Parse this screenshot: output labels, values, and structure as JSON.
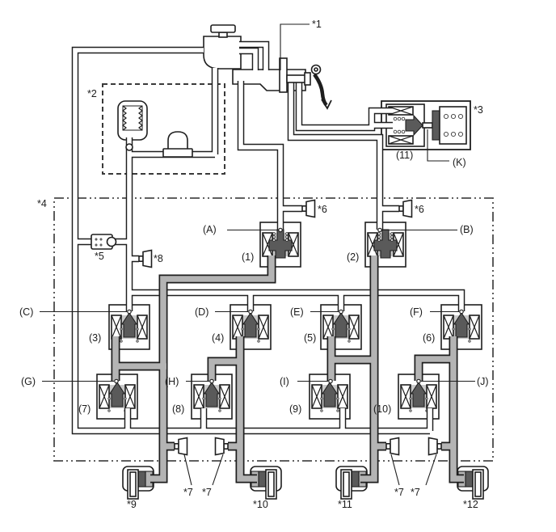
{
  "colors": {
    "line": "#1e1e1e",
    "fluid_pipe_gray": "#b4b4b4",
    "valve_body_gray": "#c9c9c9",
    "armature_dark": "#5a5a5a",
    "background": "#ffffff"
  },
  "annotations": {
    "star": {
      "s1": "*1",
      "s2": "*2",
      "s3": "*3",
      "s4": "*4",
      "s5": "*5",
      "s6": "*6",
      "s7": "*7",
      "s8": "*8",
      "s9": "*9",
      "s10": "*10",
      "s11": "*11",
      "s12": "*12"
    },
    "letters": {
      "A": "(A)",
      "B": "(B)",
      "C": "(C)",
      "D": "(D)",
      "E": "(E)",
      "F": "(F)",
      "G": "(G)",
      "H": "(H)",
      "I": "(I)",
      "J": "(J)",
      "K": "(K)"
    },
    "numbers": {
      "n1": "(1)",
      "n2": "(2)",
      "n3": "(3)",
      "n4": "(4)",
      "n5": "(5)",
      "n6": "(6)",
      "n7": "(7)",
      "n8": "(8)",
      "n9": "(9)",
      "n10": "(10)",
      "n11": "(11)"
    }
  }
}
